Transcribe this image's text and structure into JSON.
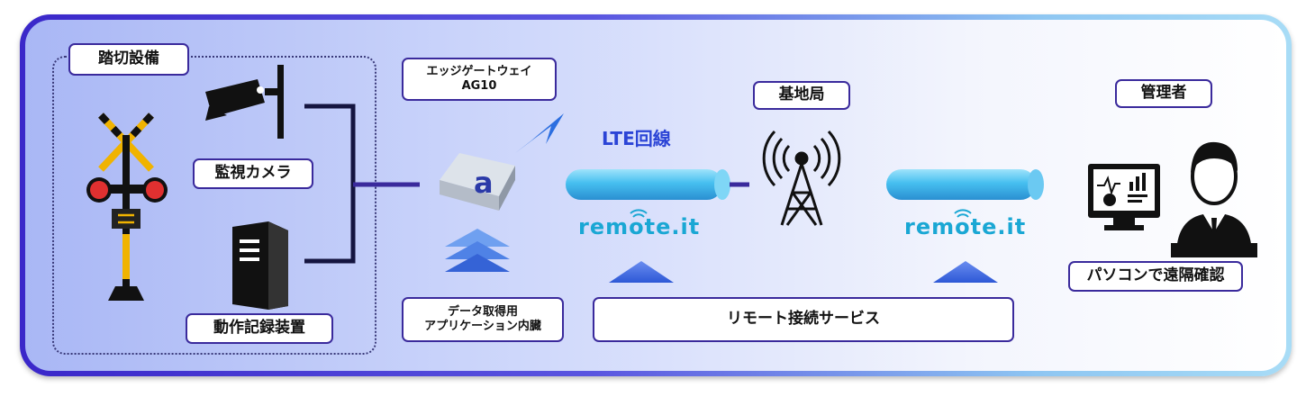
{
  "labels": {
    "group_title": "踏切設備",
    "camera": "監視カメラ",
    "recorder": "動作記録装置",
    "gateway": "エッジゲートウェイ\nAG10",
    "app": "データ取得用\nアプリケーション内臓",
    "base_station": "基地局",
    "admin": "管理者",
    "pc_check": "パソコンで遠隔確認",
    "remote_service": "リモート接続サービス"
  },
  "lte_label": "LTE回線",
  "remoteit": {
    "left": "remote.it",
    "right": "remote.it"
  },
  "colors": {
    "accent": "#3a2a9c",
    "tube": "#5fc9f0",
    "remote_text": "#1aa7d4",
    "lte_text": "#2b44d6"
  },
  "icons": [
    "railroad-crossing-icon",
    "security-camera-icon",
    "server-tower-icon",
    "edge-gateway-device-icon",
    "cell-tower-icon",
    "monitor-dashboard-icon",
    "administrator-person-icon"
  ]
}
